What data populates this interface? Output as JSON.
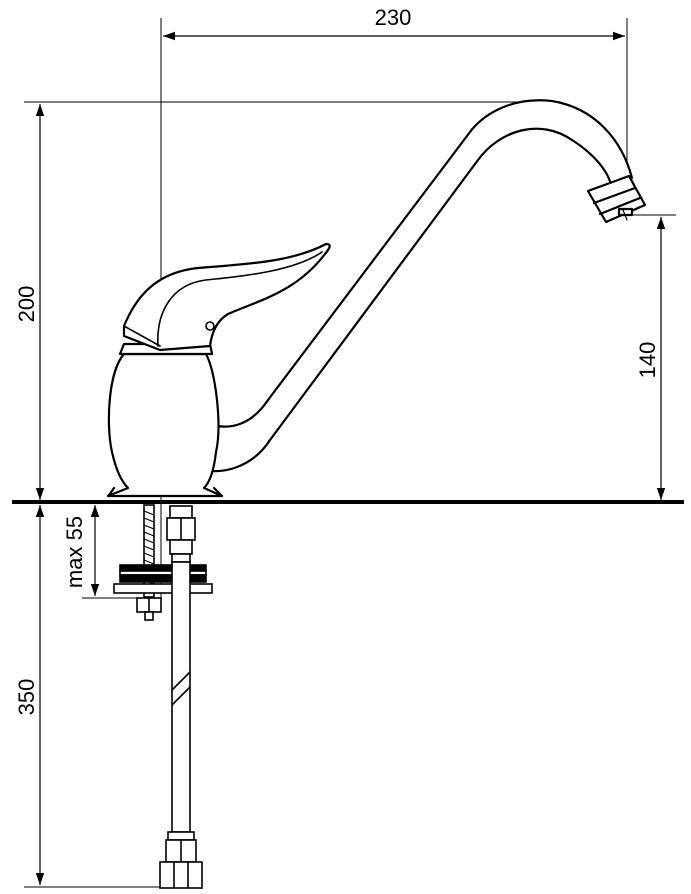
{
  "dimensions": {
    "spout_reach": "230",
    "total_height": "200",
    "spout_height": "140",
    "mount_thickness": "max 55",
    "hose_length": "350"
  }
}
